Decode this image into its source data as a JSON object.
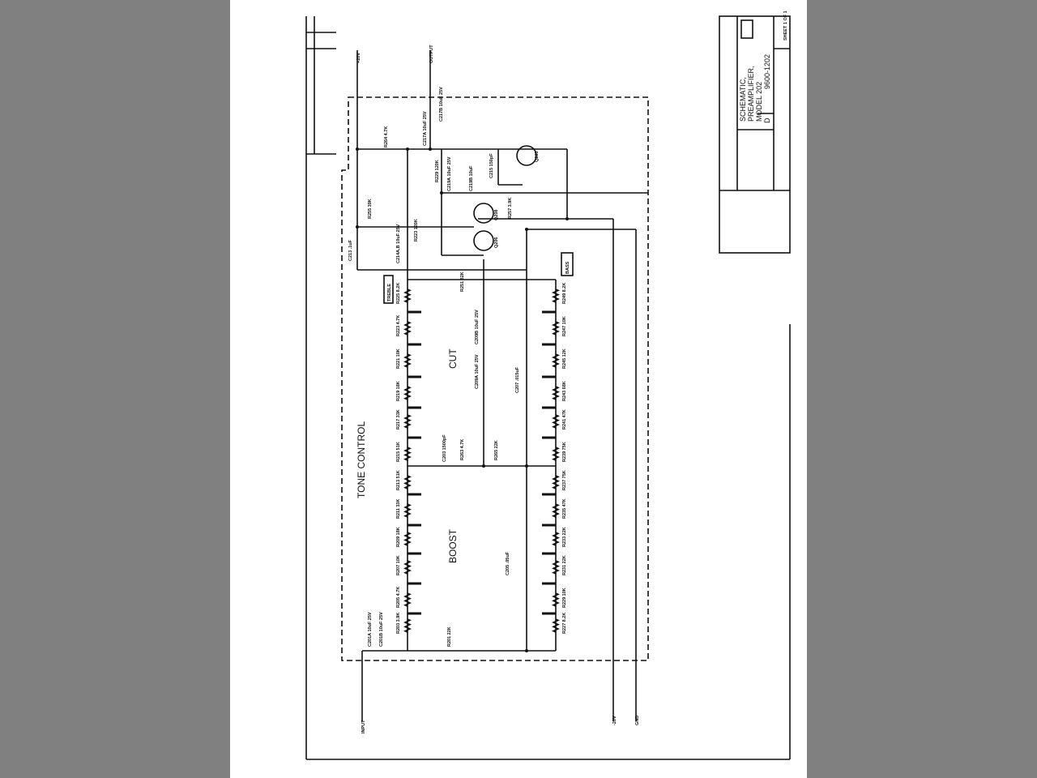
{
  "title_block": {
    "title": "SCHEMATIC, PREAMPLIFIER, MODEL 202",
    "drawing_number": "9600-1202",
    "size": "D",
    "sheet": "SHEET 1 OF 1"
  },
  "section_title": "TONE CONTROL",
  "regions": {
    "cut": "CUT",
    "boost": "BOOST"
  },
  "controls": {
    "treble": "TREBLE",
    "bass": "BASS"
  },
  "terminals": {
    "supply": "+20V",
    "output": "OUTPUT",
    "input": "INPUT",
    "neg_supply": "-20V",
    "ground": "GND"
  },
  "transistors": [
    "Q205",
    "Q208",
    "Q206"
  ],
  "top_components": [
    {
      "ref": "R264",
      "value": "4.7K"
    },
    {
      "ref": "C217A",
      "value": "10uF 25V"
    },
    {
      "ref": "C217B",
      "value": "10uF 25V"
    },
    {
      "ref": "R229",
      "value": "120K"
    },
    {
      "ref": "C219A",
      "value": "10uF 25V"
    },
    {
      "ref": "C219B",
      "value": "10uF"
    },
    {
      "ref": "C215",
      "value": "150pF"
    },
    {
      "ref": "R255",
      "value": "39K"
    },
    {
      "ref": "R257",
      "value": "3.9K"
    },
    {
      "ref": "C213",
      "value": ".1uF"
    },
    {
      "ref": "C214A,B",
      "value": "10uF 25V"
    },
    {
      "ref": "R223",
      "value": "120K"
    }
  ],
  "left_resistors": [
    {
      "ref": "R225",
      "value": "8.2K"
    },
    {
      "ref": "R223",
      "value": "4.7K"
    },
    {
      "ref": "R221",
      "value": "10K"
    },
    {
      "ref": "R219",
      "value": "18K"
    },
    {
      "ref": "R217",
      "value": "33K"
    },
    {
      "ref": "R215",
      "value": "51K"
    },
    {
      "ref": "R213",
      "value": "51K"
    },
    {
      "ref": "R211",
      "value": "33K"
    },
    {
      "ref": "R209",
      "value": "18K"
    },
    {
      "ref": "R207",
      "value": "10K"
    },
    {
      "ref": "R205",
      "value": "4.7K"
    },
    {
      "ref": "R203",
      "value": "3.9K"
    }
  ],
  "right_resistors": [
    {
      "ref": "R249",
      "value": "8.2K"
    },
    {
      "ref": "R247",
      "value": "10K"
    },
    {
      "ref": "R245",
      "value": "12K"
    },
    {
      "ref": "R243",
      "value": "68K"
    },
    {
      "ref": "R241",
      "value": "47K"
    },
    {
      "ref": "R239",
      "value": "75K"
    },
    {
      "ref": "R237",
      "value": "75K"
    },
    {
      "ref": "R235",
      "value": "47K"
    },
    {
      "ref": "R233",
      "value": "22K"
    },
    {
      "ref": "R231",
      "value": "22K"
    },
    {
      "ref": "R229",
      "value": "10K"
    },
    {
      "ref": "R227",
      "value": "8.2K"
    }
  ],
  "middle_components": [
    {
      "ref": "R251",
      "value": "82K"
    },
    {
      "ref": "C209B",
      "value": "10uF 25V"
    },
    {
      "ref": "C209A",
      "value": "10uF 25V"
    },
    {
      "ref": "C207",
      "value": ".015uF"
    },
    {
      "ref": "C203",
      "value": "1500pF"
    },
    {
      "ref": "R263",
      "value": "4.7K"
    },
    {
      "ref": "R265",
      "value": "22K"
    },
    {
      "ref": "C205",
      "value": ".05uF"
    },
    {
      "ref": "R201",
      "value": "22K"
    },
    {
      "ref": "C201A",
      "value": "10uF 25V"
    },
    {
      "ref": "C201B",
      "value": "10uF 25V"
    }
  ]
}
